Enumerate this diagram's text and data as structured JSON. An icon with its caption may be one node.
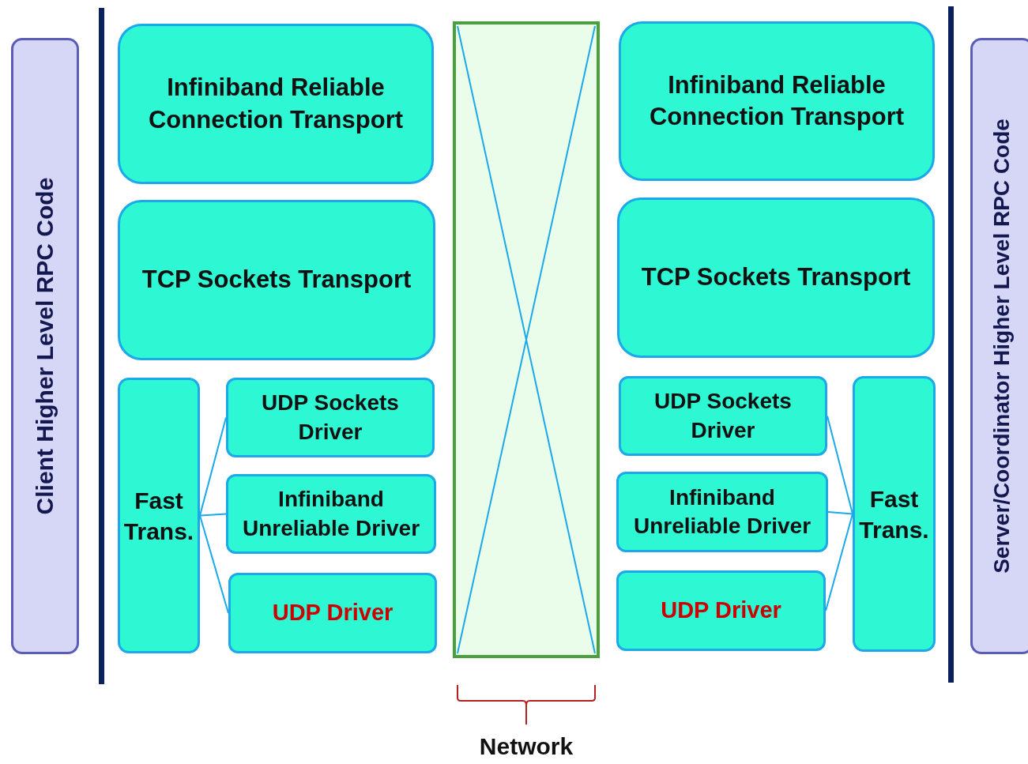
{
  "diagram": {
    "nodes": [
      {
        "text": [
          "Client Higher Level RPC Code"
        ]
      },
      {
        "text": [
          "Infiniband Reliable Connection Transport"
        ]
      },
      {
        "text": [
          "TCP Sockets Transport"
        ]
      },
      {
        "text": [
          "Fast Trans."
        ]
      },
      {
        "text": [
          "UDP Sockets Driver"
        ]
      },
      {
        "text": [
          "Infiniband Unreliable Driver"
        ]
      },
      {
        "text": [
          "UDP Driver"
        ]
      },
      {
        "text": [],
        "shape": "box",
        "beside": [
          "Network"
        ]
      },
      {
        "text": [
          "Infiniband Reliable Connection Transport"
        ]
      },
      {
        "text": [
          "TCP Sockets Transport"
        ]
      },
      {
        "text": [
          "UDP Sockets Driver"
        ]
      },
      {
        "text": [
          "Infiniband Unreliable Driver"
        ]
      },
      {
        "text": [
          "UDP Driver"
        ]
      },
      {
        "text": [
          "Fast Trans."
        ]
      },
      {
        "text": [
          "Server/Coordinator Higher Level RPC Code"
        ]
      }
    ],
    "edges": [
      {
        "from": 3,
        "to": 4,
        "arrow": "none"
      },
      {
        "from": 3,
        "to": 5,
        "arrow": "none"
      },
      {
        "from": 3,
        "to": 6,
        "arrow": "none"
      },
      {
        "from": 13,
        "to": 10,
        "arrow": "none"
      },
      {
        "from": 13,
        "to": 11,
        "arrow": "none"
      },
      {
        "from": 13,
        "to": 12,
        "arrow": "none"
      }
    ]
  }
}
